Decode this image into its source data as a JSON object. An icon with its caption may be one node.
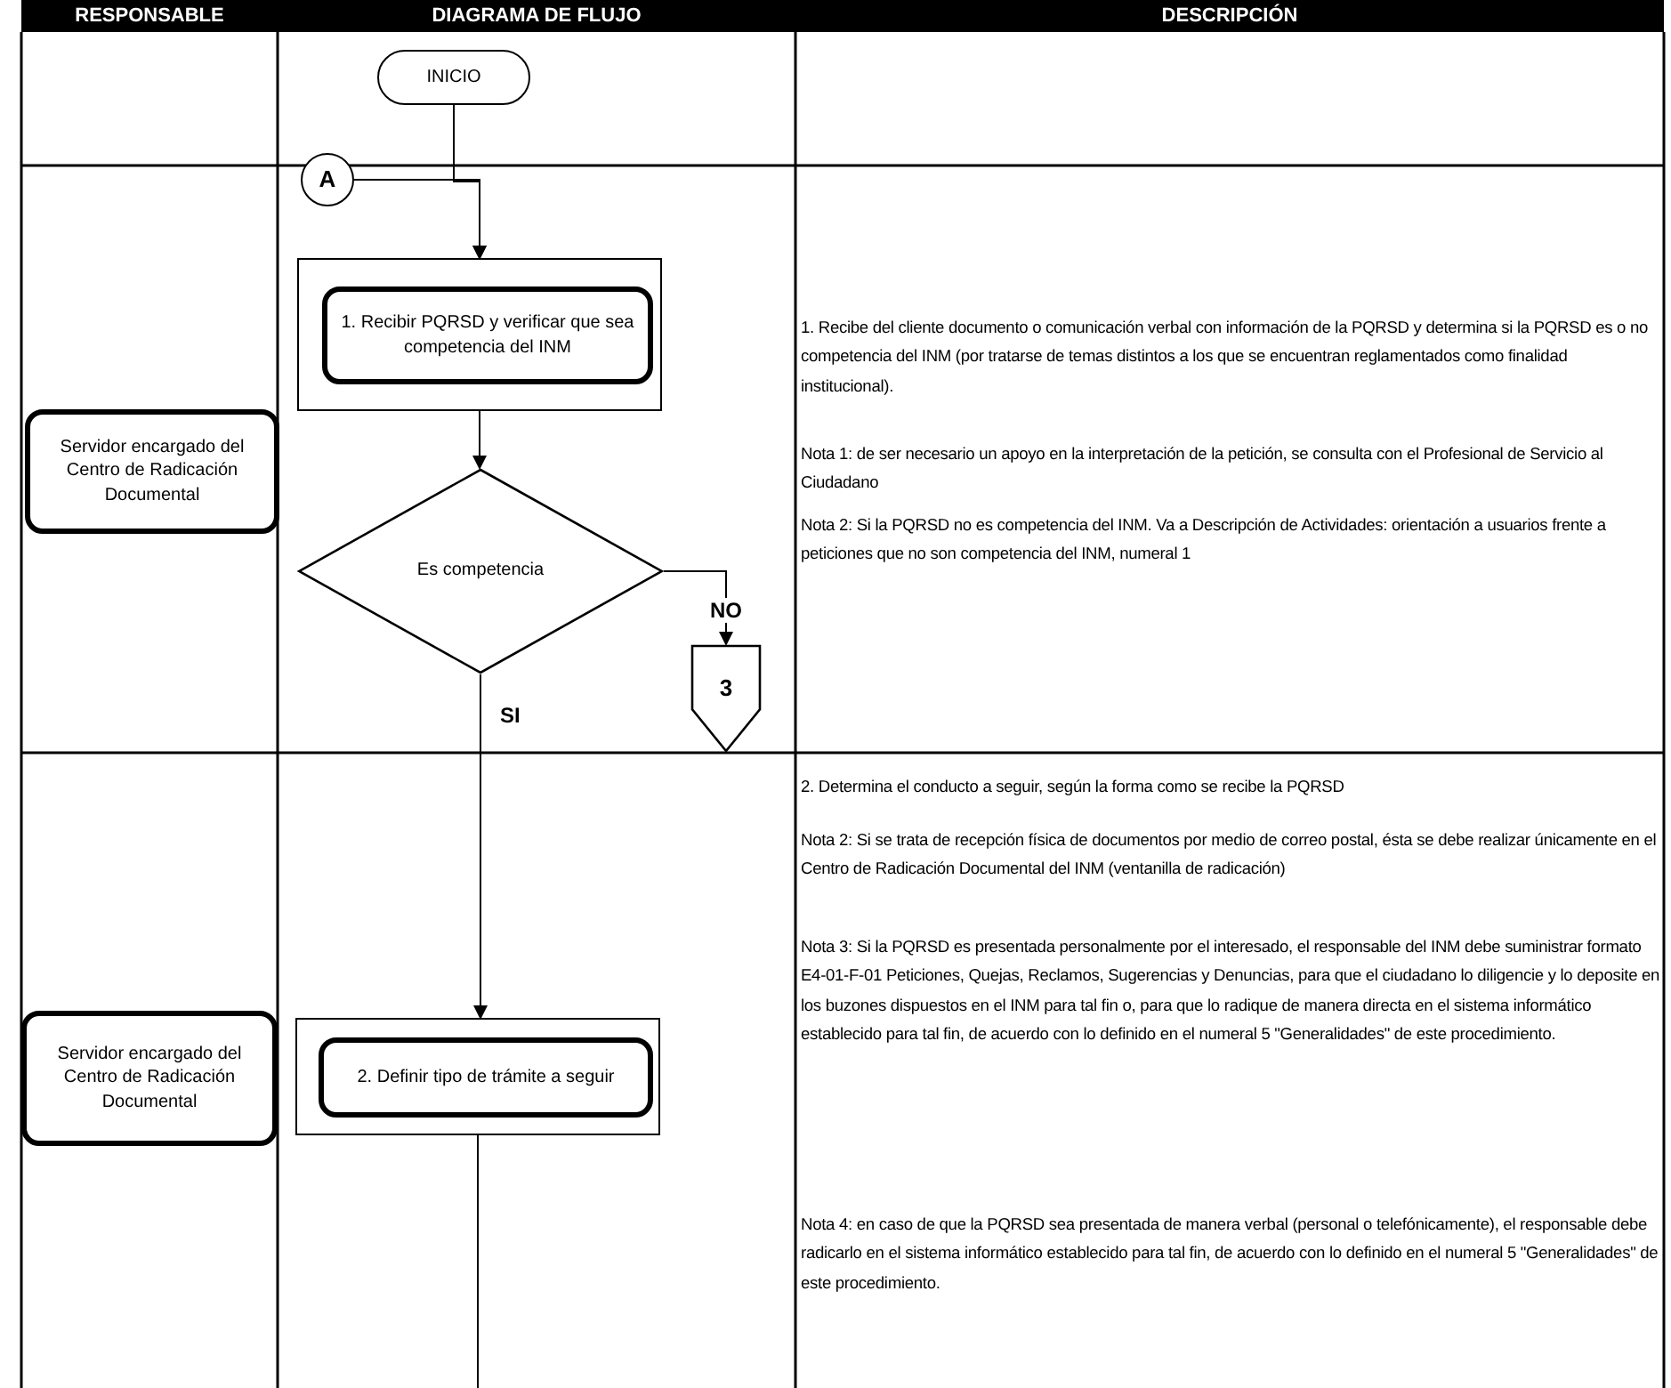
{
  "diagram": {
    "nodes": [
      {
        "text": [
          "INICIO"
        ]
      },
      {
        "text": [
          "A"
        ]
      },
      {
        "text": [
          "Servidor encargado del Centro de Radicación Documental"
        ]
      },
      {
        "text": [],
        "shape": "box"
      },
      {
        "text": [
          "1. Recibir PQRSD y verificar que sea competencia del INM"
        ],
        "in": 3
      },
      {
        "text": [
          "Es competencia"
        ]
      },
      {
        "text": [
          "3"
        ]
      },
      {
        "text": [
          "Servidor encargado del Centro de Radicación Documental"
        ]
      },
      {
        "text": [],
        "shape": "box"
      },
      {
        "text": [
          "2. Definir tipo de trámite a seguir"
        ],
        "in": 8
      }
    ],
    "edges": [
      {
        "from": 0,
        "to": 3,
        "arrow": "to"
      },
      {
        "from": 1,
        "to": 3,
        "arrow": "to"
      },
      {
        "from": 3,
        "to": 5,
        "arrow": "to"
      },
      {
        "from": 5,
        "to": 6,
        "label": "NO",
        "arrow": "to"
      },
      {
        "from": 5,
        "to": 8,
        "label": "SI",
        "arrow": "to"
      },
      {
        "from": 8,
        "to": null,
        "arrow": "none"
      }
    ],
    "labels": [
      "RESPONSABLE",
      "DIAGRAMA DE FLUJO",
      "DESCRIPCIÓN",
      "1. Recibe del cliente documento o comunicación verbal con información de la PQRSD y determina si la PQRSD es o no competencia del INM (por tratarse de temas distintos a los que se encuentran reglamentados como finalidad institucional).",
      "Nota 1: de ser necesario un apoyo en la interpretación de la petición, se consulta con el Profesional de Servicio al Ciudadano",
      "Nota 2: Si la PQRSD no es competencia del INM. Va a Descripción de Actividades: orientación a usuarios frente a peticiones que no son competencia del INM, numeral 1",
      "2. Determina el conducto a seguir, según la forma como se recibe la PQRSD",
      "Nota 2: Si se trata de recepción física de documentos por medio de correo postal, ésta se debe realizar únicamente en el Centro de Radicación Documental del INM (ventanilla de radicación)",
      "Nota 3: Si la PQRSD es presentada personalmente por el interesado, el responsable del INM debe suministrar formato E4-01-F-01 Peticiones, Quejas, Reclamos, Sugerencias y Denuncias, para que el ciudadano lo diligencie y lo deposite en los buzones dispuestos en el INM para tal fin o, para que lo radique de manera directa en el sistema informático establecido para tal fin, de acuerdo con lo definido en el numeral 5 \"Generalidades\" de este procedimiento.",
      "Nota 4: en caso de que la PQRSD sea presentada de manera verbal (personal o telefónicamente), el responsable debe radicarlo en el sistema informático establecido para tal fin, de acuerdo con lo definido en el numeral 5 \"Generalidades\" de este procedimiento."
    ]
  }
}
